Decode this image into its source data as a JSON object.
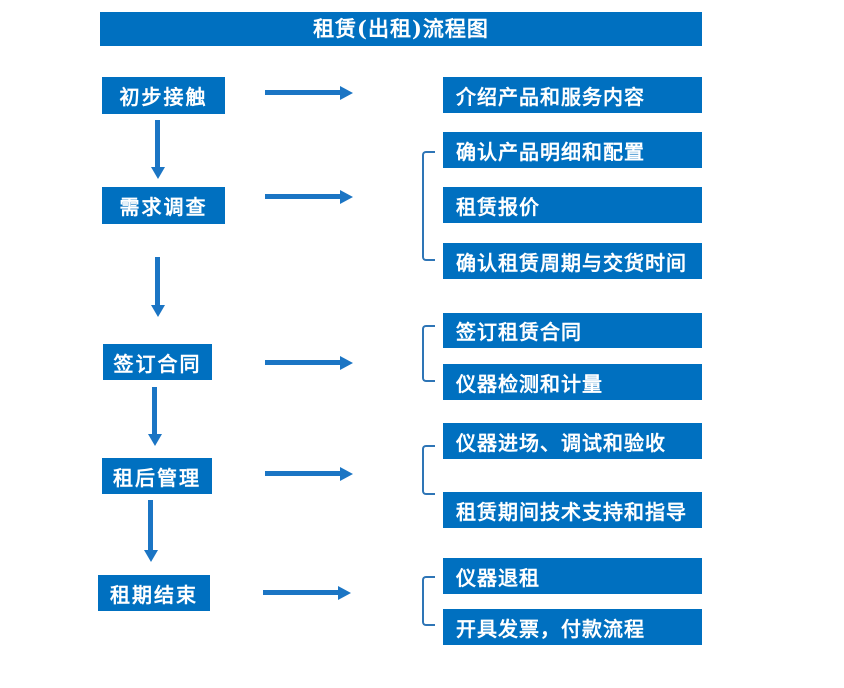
{
  "title": "租赁(出租)流程图",
  "colors": {
    "primary": "#0070C0",
    "arrow": "#1B75C4",
    "bracket": "#2E75B6",
    "text": "#FFFFFF",
    "background": "#FFFFFF"
  },
  "steps": [
    {
      "label": "初步接触",
      "details": [
        "介绍产品和服务内容"
      ]
    },
    {
      "label": "需求调查",
      "details": [
        "确认产品明细和配置",
        "租赁报价",
        "确认租赁周期与交货时间"
      ]
    },
    {
      "label": "签订合同",
      "details": [
        "签订租赁合同",
        "仪器检测和计量"
      ]
    },
    {
      "label": "租后管理",
      "details": [
        "仪器进场、调试和验收",
        "租赁期间技术支持和指导"
      ]
    },
    {
      "label": "租期结束",
      "details": [
        "仪器退租",
        "开具发票，付款流程"
      ]
    }
  ]
}
